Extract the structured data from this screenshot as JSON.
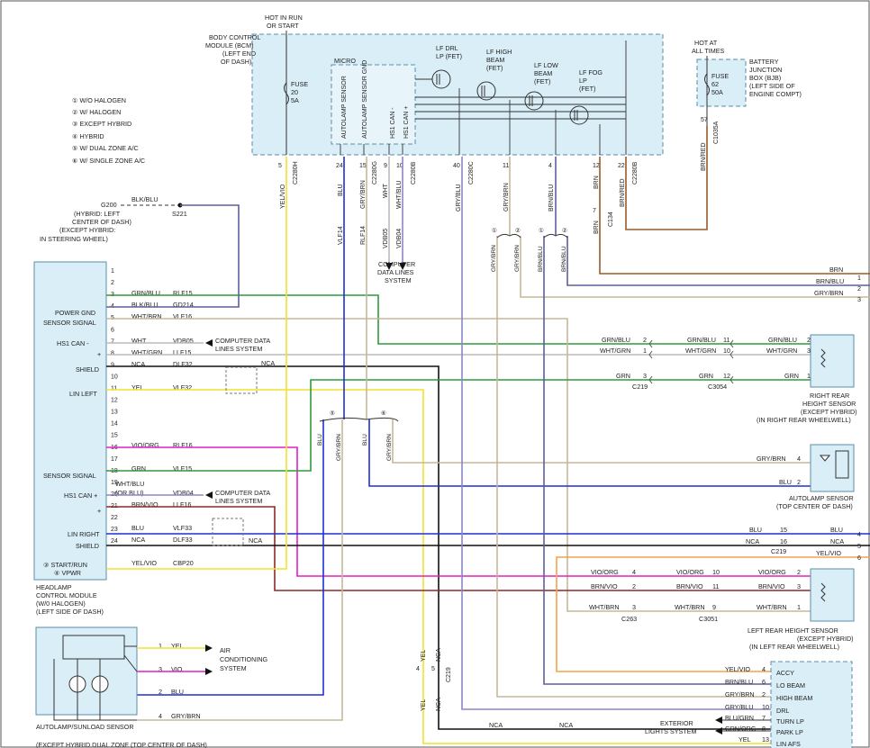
{
  "bcm": {
    "title": [
      "BODY CONTROL",
      "MODULE (BCM)",
      "(LEFT END",
      "OF DASH)"
    ],
    "hot": [
      "HOT IN RUN",
      "OR START"
    ],
    "fuse": [
      "FUSE",
      "20",
      "5A"
    ],
    "micro": "MICRO",
    "micro_pins": [
      "AUTOLAMP SENSOR",
      "AUTOLAMP SENSOR GND",
      "HS1 CAN -",
      "HS1 CAN +"
    ],
    "fets": [
      [
        "LF DRL",
        "LP (FET)"
      ],
      [
        "LF HIGH",
        "BEAM",
        "(FET)"
      ],
      [
        "LF LOW",
        "BEAM",
        "(FET)"
      ],
      [
        "LF FOG",
        "LP",
        "(FET)"
      ]
    ],
    "pin_nums": [
      "5",
      "24",
      "15",
      "9",
      "10",
      "40",
      "11",
      "4",
      "12",
      "22"
    ],
    "connectors": [
      "C2280H",
      "C2280G",
      "C2280B",
      "C2280C",
      "C2280B"
    ]
  },
  "bjb": {
    "title": [
      "BATTERY",
      "JUNCTION",
      "BOX (BJB)",
      "(LEFT SIDE OF",
      "ENGINE COMPT)"
    ],
    "hot": [
      "HOT AT",
      "ALL TIMES"
    ],
    "fuse": [
      "FUSE",
      "62",
      "50A"
    ],
    "pin": "57",
    "conn": "C1035A"
  },
  "legend": [
    "① W/O HALOGEN",
    "② W/ HALOGEN",
    "③ EXCEPT HYBRID",
    "④ HYBRID",
    "⑤ W/ DUAL ZONE A/C",
    "⑥ W/ SINGLE ZONE A/C"
  ],
  "ground": {
    "g": "G200",
    "wire": "BLK/BLU",
    "splice": "S221",
    "note": [
      "(HYBRID: LEFT",
      "CENTER OF DASH)",
      "(EXCEPT HYBRID:",
      "IN STEERING WHEEL)"
    ]
  },
  "bcm_wire_colors": [
    "YEL/VIO",
    "BLU",
    "VLF14",
    "GRY/BRN",
    "RLF14",
    "WHT",
    "VDB05",
    "WHT/BLU",
    "VDB04",
    "GRY/BLU",
    "GRY/BRN",
    "BRN/BLU",
    "BRN",
    "BRN/RED",
    "BRN/RED"
  ],
  "c134": "C134",
  "computer_data": [
    "COMPUTER",
    "DATA LINES",
    "SYSTEM"
  ],
  "hcm": {
    "title": [
      "HEADLAMP",
      "CONTROL MODULE",
      "(W/0 HALOGEN)",
      "(LEFT SIDE OF DASH)"
    ],
    "side_labels": [
      "POWER GND",
      "SENSOR SIGNAL",
      "HS1 CAN -",
      "+",
      "SHIELD",
      "LIN LEFT",
      "SENSOR SIGNAL",
      "HS1 CAN +",
      "+",
      "LIN RIGHT",
      "SHIELD",
      "③ START/RUN",
      "④ VPWR"
    ],
    "pins": [
      "1",
      "2",
      "3",
      "4",
      "5",
      "6",
      "7",
      "8",
      "9",
      "10",
      "11",
      "12",
      "13",
      "14",
      "15",
      "16",
      "17",
      "18",
      "19",
      "20",
      "21",
      "22",
      "23",
      "24"
    ],
    "wires": [
      [
        "GRN/BLU",
        "RLF15"
      ],
      [
        "BLK/BLU",
        "GD214"
      ],
      [
        "WHT/BRN",
        "VLF16"
      ],
      [
        "WHT",
        "VDB05"
      ],
      [
        "WHT/GRN",
        "LLF15"
      ],
      [
        "NCA",
        "DLF32"
      ],
      [
        "YEL",
        "VLF32"
      ],
      [
        "VIO/ORG",
        "RLF16"
      ],
      [
        "GRN",
        "VLF15"
      ],
      [
        "WHT/BLU",
        "(OR BLU)"
      ],
      [
        "VDB04",
        ""
      ],
      [
        "BRN/VIO",
        "LLF16"
      ],
      [
        "BLU",
        "VLF33"
      ],
      [
        "NCA",
        "DLF33"
      ],
      [
        "YEL/VIO",
        "CBP20"
      ]
    ],
    "computer_data_1": [
      "COMPUTER DATA",
      "LINES SYSTEM"
    ],
    "computer_data_2": [
      "COMPUTER DATA",
      "LINES SYSTEM"
    ]
  },
  "right_bus": {
    "labels": [
      "BRN",
      "BRN/BLU",
      "GRY/BRN",
      "BLU",
      "NCA",
      "YEL/VIO"
    ],
    "nums": [
      "1",
      "2",
      "3",
      "4",
      "5",
      "6"
    ]
  },
  "rr_sensor": {
    "title": [
      "RIGHT REAR",
      "HEIGHT SENSOR",
      "(EXCEPT HYBRID)",
      "(IN RIGHT REAR WHEELWELL)"
    ],
    "rows": [
      [
        "GRN/BLU",
        "2",
        "GRN/BLU",
        "11",
        "GRN/BLU",
        "2"
      ],
      [
        "WHT/GRN",
        "1",
        "WHT/GRN",
        "10",
        "WHT/GRN",
        "3"
      ],
      [
        "GRN",
        "3",
        "GRN",
        "12",
        "GRN",
        "1"
      ]
    ],
    "conns": [
      "C219",
      "C3054"
    ]
  },
  "autolamp": {
    "title": [
      "AUTOLAMP SENSOR",
      "(TOP CENTER OF DASH)"
    ],
    "rows": [
      [
        "GRY/BRN",
        "4"
      ],
      [
        "BLU",
        "2"
      ]
    ]
  },
  "lr_sensor": {
    "title": [
      "LEFT REAR HEIGHT SENSOR",
      "(EXCEPT HYBRID)",
      "(IN LEFT REAR WHEELWELL)"
    ],
    "rows": [
      [
        "VIO/ORG",
        "4",
        "VIO/ORG",
        "10",
        "VIO/ORG",
        "2"
      ],
      [
        "BRN/VIO",
        "2",
        "BRN/VIO",
        "11",
        "BRN/VIO",
        "3"
      ],
      [
        "WHT/BRN",
        "3",
        "WHT/BRN",
        "9",
        "WHT/BRN",
        "1"
      ]
    ],
    "conns": [
      "C263",
      "C3051"
    ]
  },
  "mid_lin": {
    "rows": [
      [
        "BLU",
        "15",
        "BLU"
      ],
      [
        "NCA",
        "16",
        "NCA"
      ],
      [
        "",
        "",
        "YEL/VIO"
      ]
    ],
    "conn": "C219"
  },
  "lighting": {
    "rows": [
      [
        "YEL/VIO",
        "4",
        "ACCY"
      ],
      [
        "BRN/BLU",
        "6",
        "LO BEAM"
      ],
      [
        "GRY/BRN",
        "2",
        "HIGH BEAM"
      ],
      [
        "GRY/BLU",
        "10",
        "DRL"
      ],
      [
        "BLU/GRN",
        "7",
        "TURN LP"
      ],
      [
        "GRN/ORG",
        "8",
        "PARK LP"
      ],
      [
        "YEL",
        "13",
        "LIN AFS"
      ]
    ],
    "ext": [
      "EXTERIOR",
      "LIGHTS SYSTEM"
    ]
  },
  "sunload": {
    "title": [
      "AUTOLAMP/SUNLOAD SENSOR",
      "(EXCEPT HYBRID DUAL ZONE (TOP CENTER OF DASH)"
    ],
    "rows": [
      [
        "1",
        "YEL"
      ],
      [
        "3",
        "VIO"
      ],
      [
        "2",
        "BLU"
      ],
      [
        "4",
        "GRY/BRN"
      ]
    ],
    "ac": [
      "AIR",
      "CONDITIONING",
      "SYSTEM"
    ]
  },
  "bottom": {
    "nca": [
      "NCA",
      "NCA"
    ],
    "yel": "YEL",
    "c219": "C219",
    "c219_pins": [
      "4",
      "5"
    ]
  },
  "zone_split": [
    "BLU",
    "GRY/BRN",
    "BLU",
    "GRY/BRN"
  ],
  "halogen_split": [
    "GRY/BRN",
    "GRY/BRN",
    "BRN/BLU",
    "BRN/BLU"
  ],
  "colors": {
    "module_fill": "#d9eef7",
    "module_stroke": "#5a8fa8",
    "blue": "#1f2fd6",
    "yellow": "#f2e230",
    "green": "#2f9a3a",
    "magenta": "#e020c8",
    "maroon": "#8b2a2a",
    "black": "#111111",
    "tan": "#c6b79a",
    "lavender": "#8a86c8",
    "slate": "#5d5f9a",
    "orange": "#f3a24b",
    "brown": "#9a5a2a",
    "gray": "#9aa0a6"
  }
}
